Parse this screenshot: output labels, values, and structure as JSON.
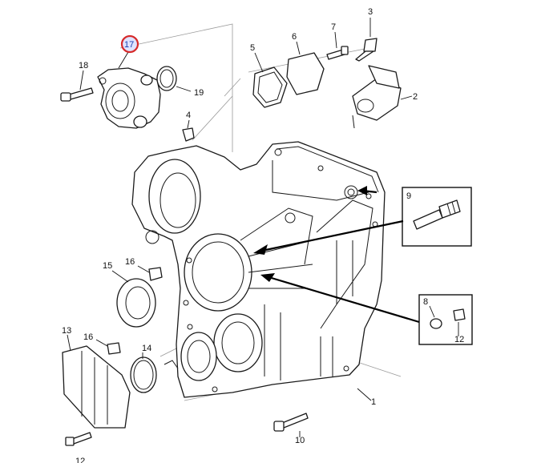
{
  "callouts": {
    "c1": "1",
    "c2": "2",
    "c3": "3",
    "c4": "4",
    "c5": "5",
    "c6": "6",
    "c7": "7",
    "c8": "8",
    "c9": "9",
    "c10": "10",
    "c12a": "12",
    "c12b": "12",
    "c13": "13",
    "c14": "14",
    "c15": "15",
    "c16a": "16",
    "c16b": "16",
    "c17": "17",
    "c18": "18",
    "c19": "19"
  },
  "highlight": {
    "callout": "17",
    "color": "#d62a2a"
  }
}
